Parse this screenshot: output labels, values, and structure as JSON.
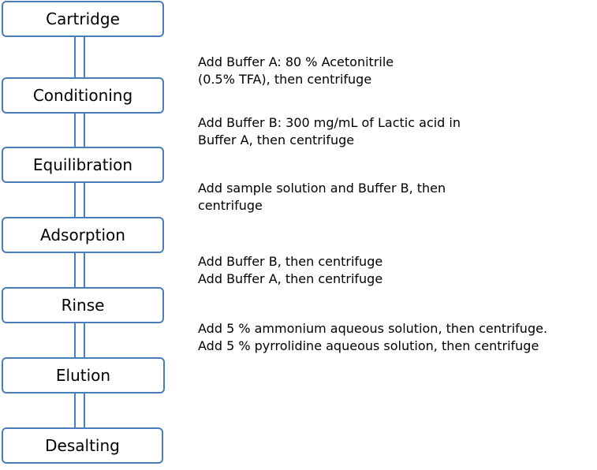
{
  "colors": {
    "box_border": "#4a7ebb",
    "connector": "#4a7ebb",
    "text": "#000000",
    "background": "#ffffff"
  },
  "steps": [
    {
      "label": "Cartridge"
    },
    {
      "label": "Conditioning"
    },
    {
      "label": "Equilibration"
    },
    {
      "label": "Adsorption"
    },
    {
      "label": "Rinse"
    },
    {
      "label": "Elution"
    },
    {
      "label": "Desalting"
    }
  ],
  "notes": [
    {
      "lines": [
        "Add Buffer A: 80 % Acetonitrile",
        "(0.5% TFA), then centrifuge"
      ]
    },
    {
      "lines": [
        "Add Buffer B: 300 mg/mL of Lactic acid in",
        "Buffer A, then centrifuge"
      ]
    },
    {
      "lines": [
        "Add sample solution and Buffer B, then",
        "centrifuge"
      ]
    },
    {
      "lines": [
        "Add Buffer B, then centrifuge",
        "Add Buffer A, then centrifuge"
      ]
    },
    {
      "lines": [
        "Add 5 % ammonium aqueous solution, then centrifuge.",
        "Add 5 % pyrrolidine aqueous solution, then centrifuge"
      ]
    }
  ]
}
